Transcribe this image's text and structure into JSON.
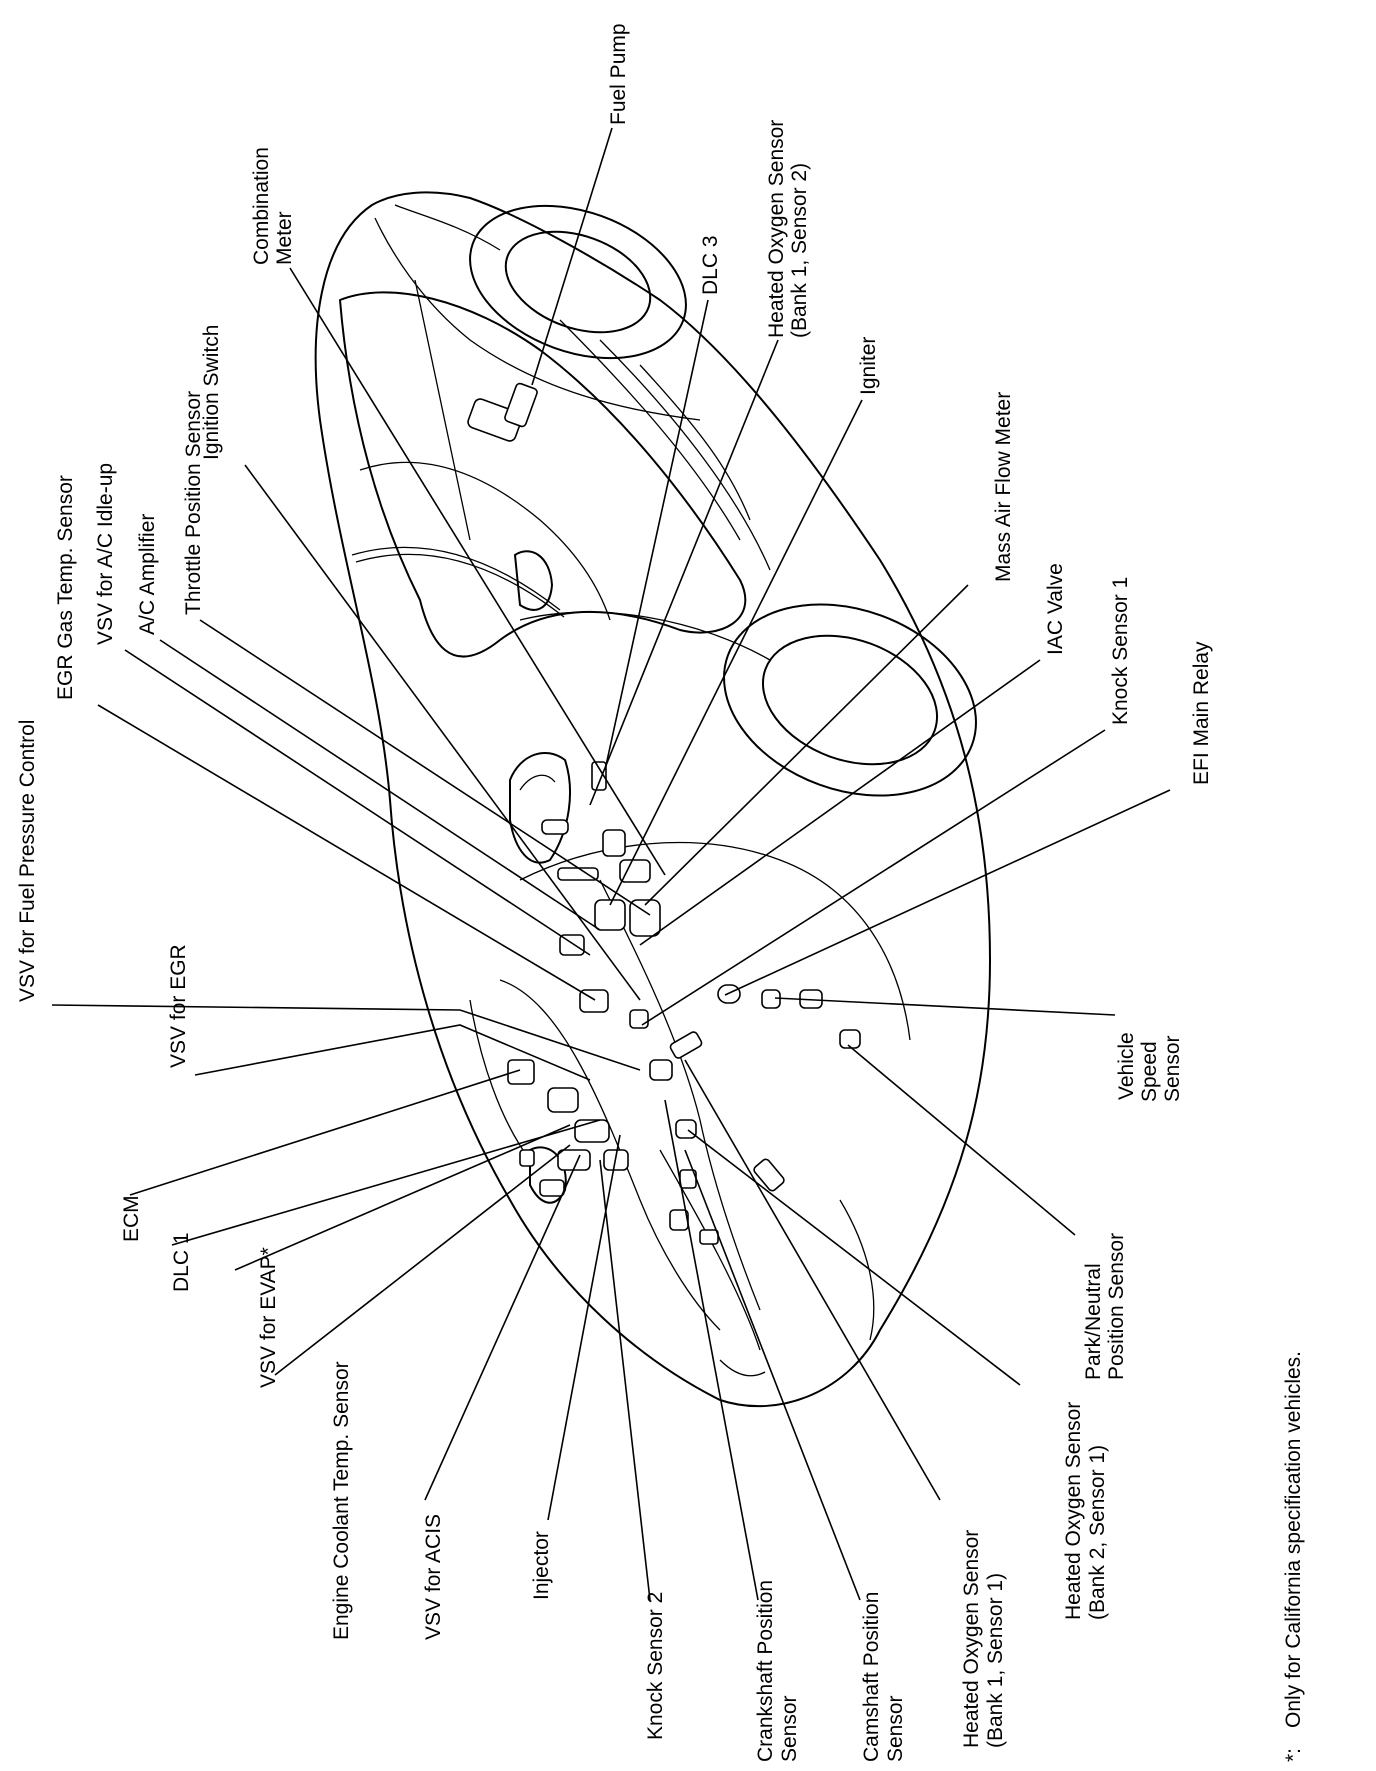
{
  "diagram": {
    "labels": {
      "fuel_pump": "Fuel Pump",
      "heated_oxygen_sensor_b1s2_line1": "Heated Oxygen Sensor",
      "heated_oxygen_sensor_b1s2_line2": "(Bank 1, Sensor 2)",
      "combination_meter_line1": "Combination",
      "combination_meter_line2": "Meter",
      "dlc3": "DLC 3",
      "igniter": "Igniter",
      "ignition_switch": "Ignition Switch",
      "throttle_position_sensor": "Throttle Position Sensor",
      "mass_air_flow_meter": "Mass Air Flow Meter",
      "ac_amplifier": "A/C Amplifier",
      "vsv_ac_idle_up": "VSV for A/C Idle-up",
      "iac_valve": "IAC Valve",
      "egr_gas_temp_sensor": "EGR Gas Temp. Sensor",
      "knock_sensor_1": "Knock Sensor 1",
      "vsv_fuel_pressure_control": "VSV for Fuel Pressure Control",
      "efi_main_relay": "EFI Main Relay",
      "vsv_egr": "VSV for EGR",
      "ecm": "ECM",
      "vehicle_speed_sensor_line1": "Vehicle",
      "vehicle_speed_sensor_line2": "Speed",
      "vehicle_speed_sensor_line3": "Sensor",
      "dlc1": "DLC 1",
      "vsv_evap": "VSV for EVAP*",
      "park_neutral_line1": "Park/Neutral",
      "park_neutral_line2": "Position Sensor",
      "engine_coolant_temp_sensor": "Engine Coolant Temp. Sensor",
      "vsv_acis": "VSV for ACIS",
      "injector": "Injector",
      "knock_sensor_2": "Knock Sensor 2",
      "crankshaft_position_sensor_line1": "Crankshaft Position",
      "crankshaft_position_sensor_line2": "Sensor",
      "camshaft_position_sensor_line1": "Camshaft Position",
      "camshaft_position_sensor_line2": "Sensor",
      "heated_oxygen_sensor_b1s1_line1": "Heated Oxygen Sensor",
      "heated_oxygen_sensor_b1s1_line2": "(Bank 1, Sensor 1)",
      "heated_oxygen_sensor_b2s1_line1": "Heated Oxygen Sensor",
      "heated_oxygen_sensor_b2s1_line2": "(Bank 2, Sensor 1)"
    },
    "footnote_marker": "*:",
    "footnote_text": "Only for California specification vehicles."
  }
}
